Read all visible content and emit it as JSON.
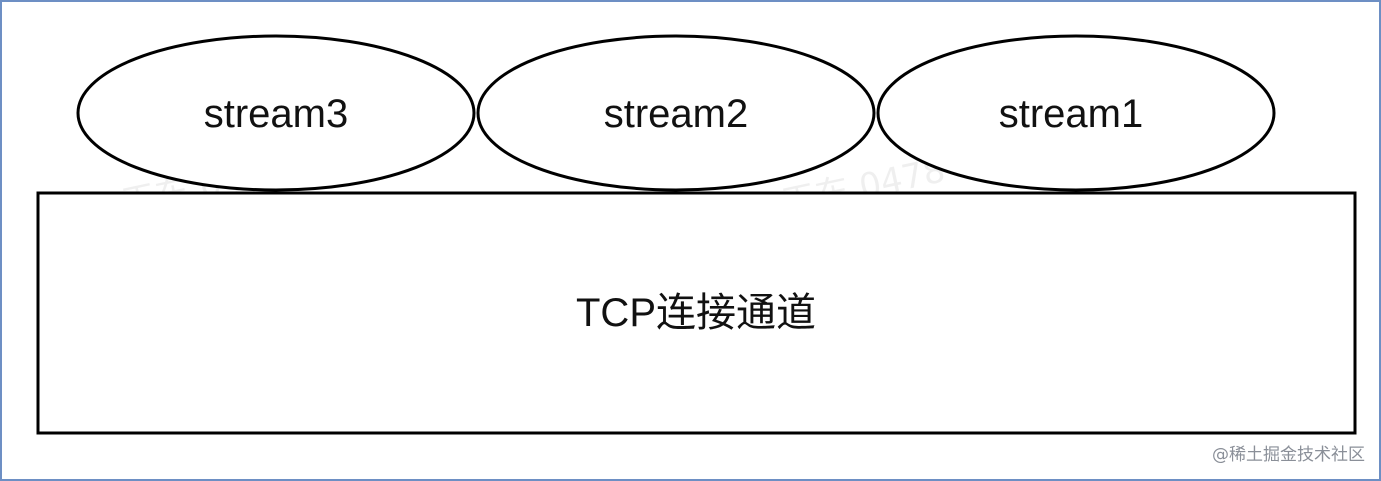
{
  "diagram": {
    "streams": [
      {
        "label": "stream3"
      },
      {
        "label": "stream2"
      },
      {
        "label": "stream1"
      }
    ],
    "channel_label": "TCP连接通道"
  },
  "watermarks": [
    "王东 0478",
    "王东 0478"
  ],
  "credit": "@稀土掘金技术社区"
}
